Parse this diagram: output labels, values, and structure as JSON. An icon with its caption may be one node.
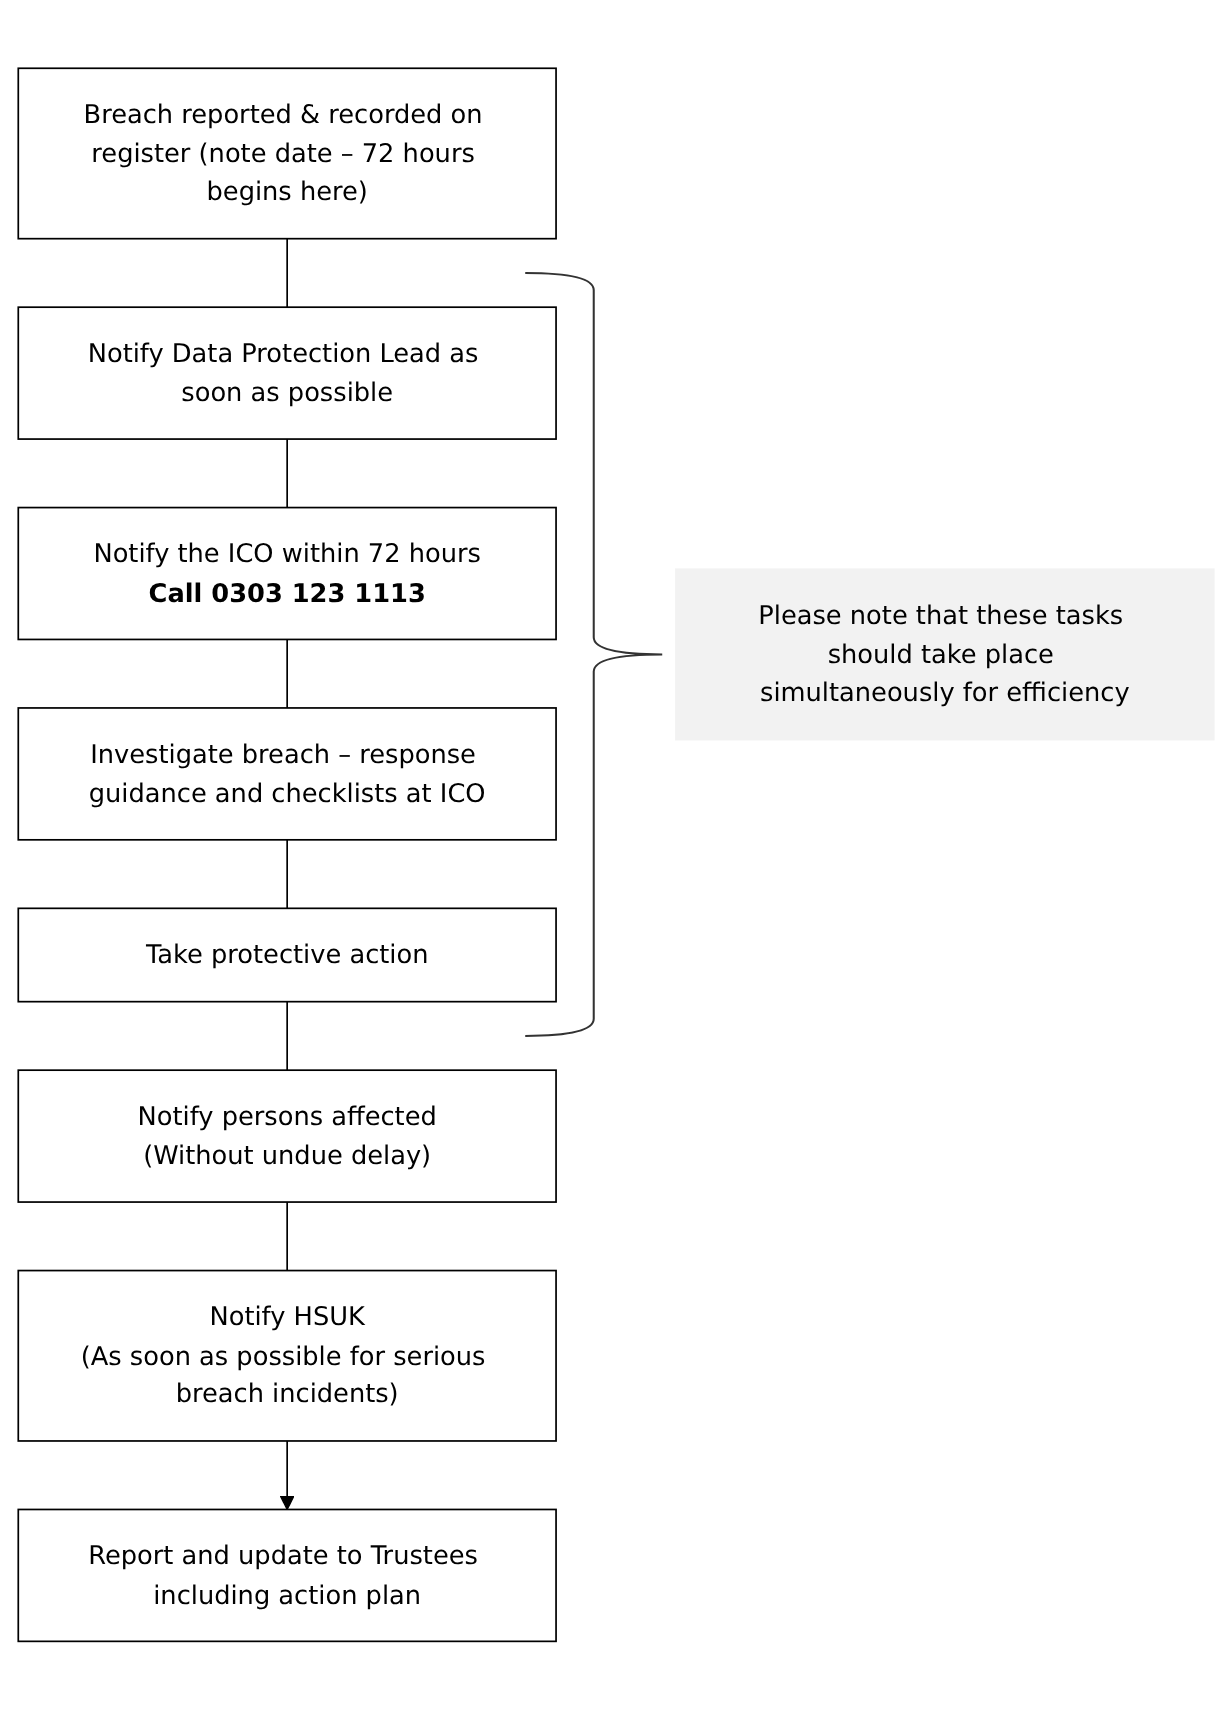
{
  "diagram": {
    "nodes": [
      {
        "text": [
          "Breach reported & recorded on register (note date – 72 hours begins here)"
        ]
      },
      {
        "text": [
          "Notify Data Protection Lead as soon as possible"
        ]
      },
      {
        "text": [
          "Notify the ICO within 72 hours",
          "Call 0303 123 1113"
        ]
      },
      {
        "text": [
          "Investigate breach – response guidance and checklists at ICO"
        ]
      },
      {
        "text": [
          "Take protective action"
        ]
      },
      {
        "text": [
          "Notify persons affected",
          "(Without undue delay)"
        ]
      },
      {
        "text": [
          "Notify HSUK",
          "(As soon as possible for serious breach incidents)"
        ]
      },
      {
        "text": [
          "Report and update to Trustees including action plan"
        ]
      },
      {
        "text": [
          "Please note that these tasks should take place simultaneously for efficiency"
        ]
      }
    ],
    "edges": [
      {
        "from": 0,
        "to": 1,
        "arrow": "none"
      },
      {
        "from": 1,
        "to": 2,
        "arrow": "none"
      },
      {
        "from": 2,
        "to": 3,
        "arrow": "none"
      },
      {
        "from": 3,
        "to": 4,
        "arrow": "none"
      },
      {
        "from": 4,
        "to": 5,
        "arrow": "none"
      },
      {
        "from": 5,
        "to": 6,
        "arrow": "none"
      },
      {
        "from": 6,
        "to": 7,
        "arrow": "to"
      }
    ]
  }
}
